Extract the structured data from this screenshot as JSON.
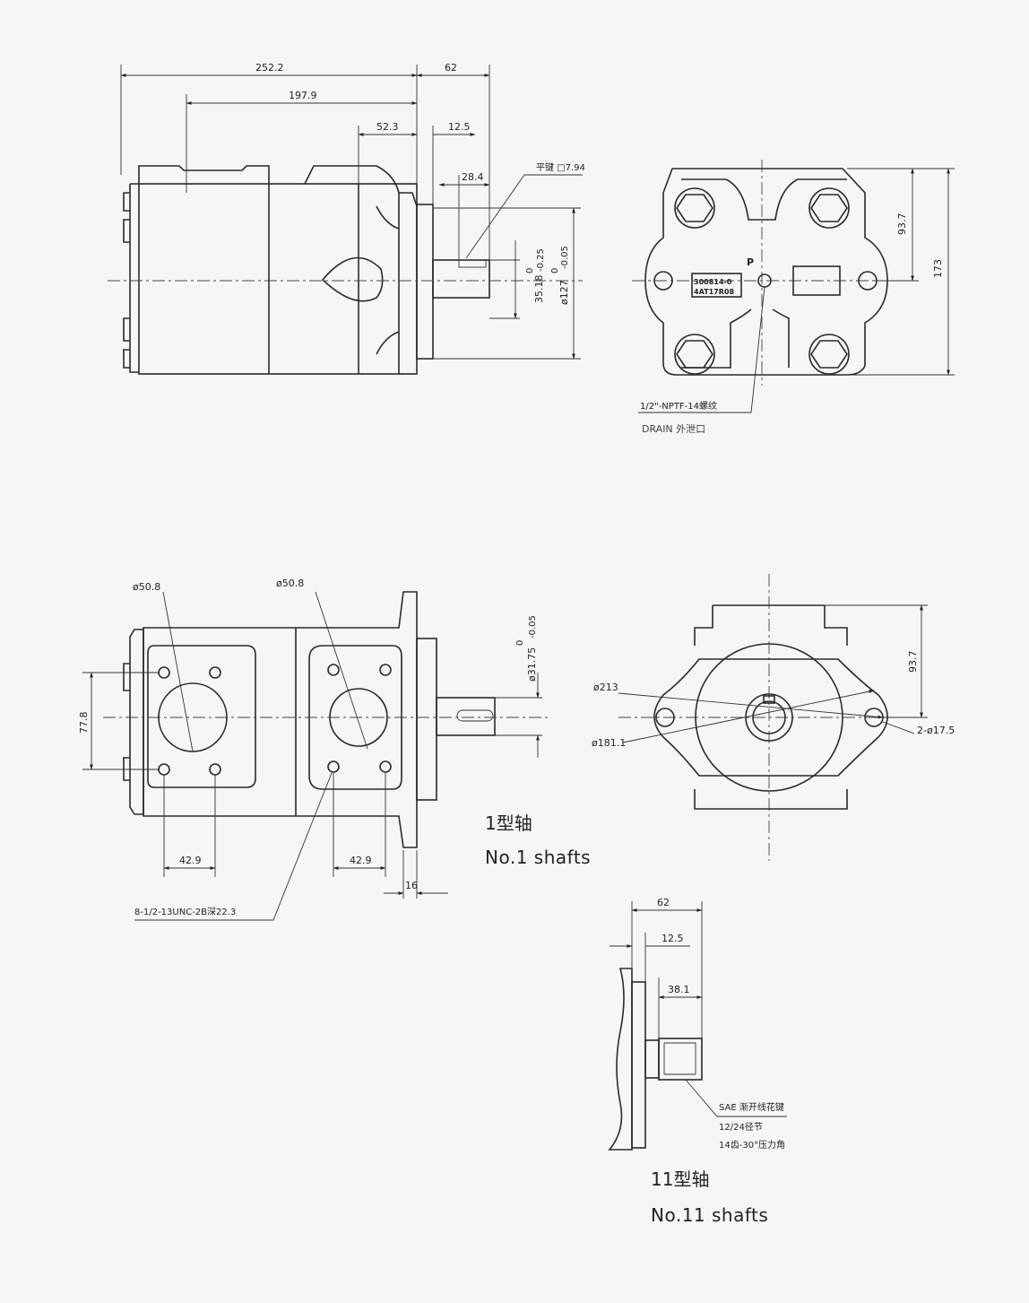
{
  "view_side": {
    "dims": {
      "overall_length": "252.2",
      "body_length": "197.9",
      "shaft_length": "62",
      "port_offset": "52.3",
      "pilot_length": "12.5",
      "key_length": "28.4",
      "key_label": "平键 □7.94",
      "shaft_dia": "35.18",
      "shaft_dia_upper": "0",
      "shaft_dia_lower": "-0.25",
      "pilot_dia": "ø127",
      "pilot_dia_upper": "0",
      "pilot_dia_lower": "-0.05"
    }
  },
  "view_end": {
    "port_letter": "P",
    "nameplate_line1": "300814-0",
    "nameplate_line2": "4AT17R08",
    "dim_center_height": "93.7",
    "dim_total_height": "173",
    "drain_thread": "1/2\"-NPTF-14螺纹",
    "drain_label": "DRAIN 外泄口"
  },
  "view_top": {
    "port1_dia": "ø50.8",
    "port2_dia": "ø50.8",
    "bolt_spacing_v": "77.8",
    "bolt_spacing_h1": "42.9",
    "bolt_spacing_h2": "42.9",
    "flange_thickness": "16",
    "thread_note": "8-1/2-13UNC-2B深22.3",
    "shaft_dia": "ø31.75",
    "shaft_dia_upper": "0",
    "shaft_dia_lower": "-0.05",
    "caption_cn": "1型轴",
    "caption_en": "No.1 shafts"
  },
  "view_flange": {
    "dim_bolt_circle": "ø213",
    "dim_pilot": "ø181.1",
    "dim_height": "93.7",
    "mount_holes": "2-ø17.5"
  },
  "view_shaft11": {
    "shaft_length": "62",
    "pilot_length": "12.5",
    "spline_length": "38.1",
    "spline_line1": "SAE 渐开线花键",
    "spline_line2": "12/24径节",
    "spline_line3": "14齿-30°压力角",
    "caption_cn": "11型轴",
    "caption_en": "No.11 shafts"
  }
}
